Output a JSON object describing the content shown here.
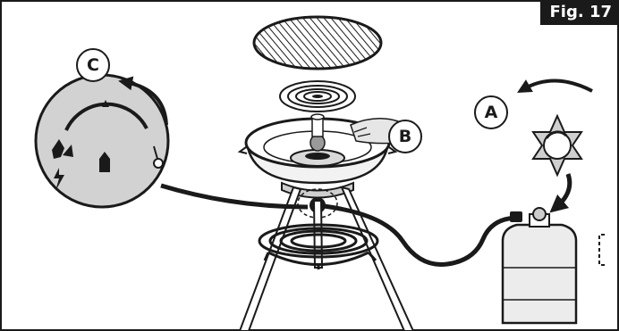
{
  "figure_label": "Fig. 17",
  "callouts": {
    "a": "A",
    "b": "B",
    "c": "C"
  },
  "colors": {
    "ink": "#1a1a1a",
    "dial_fill": "#d2d2d2",
    "tag_background": "#1a1a1a"
  }
}
